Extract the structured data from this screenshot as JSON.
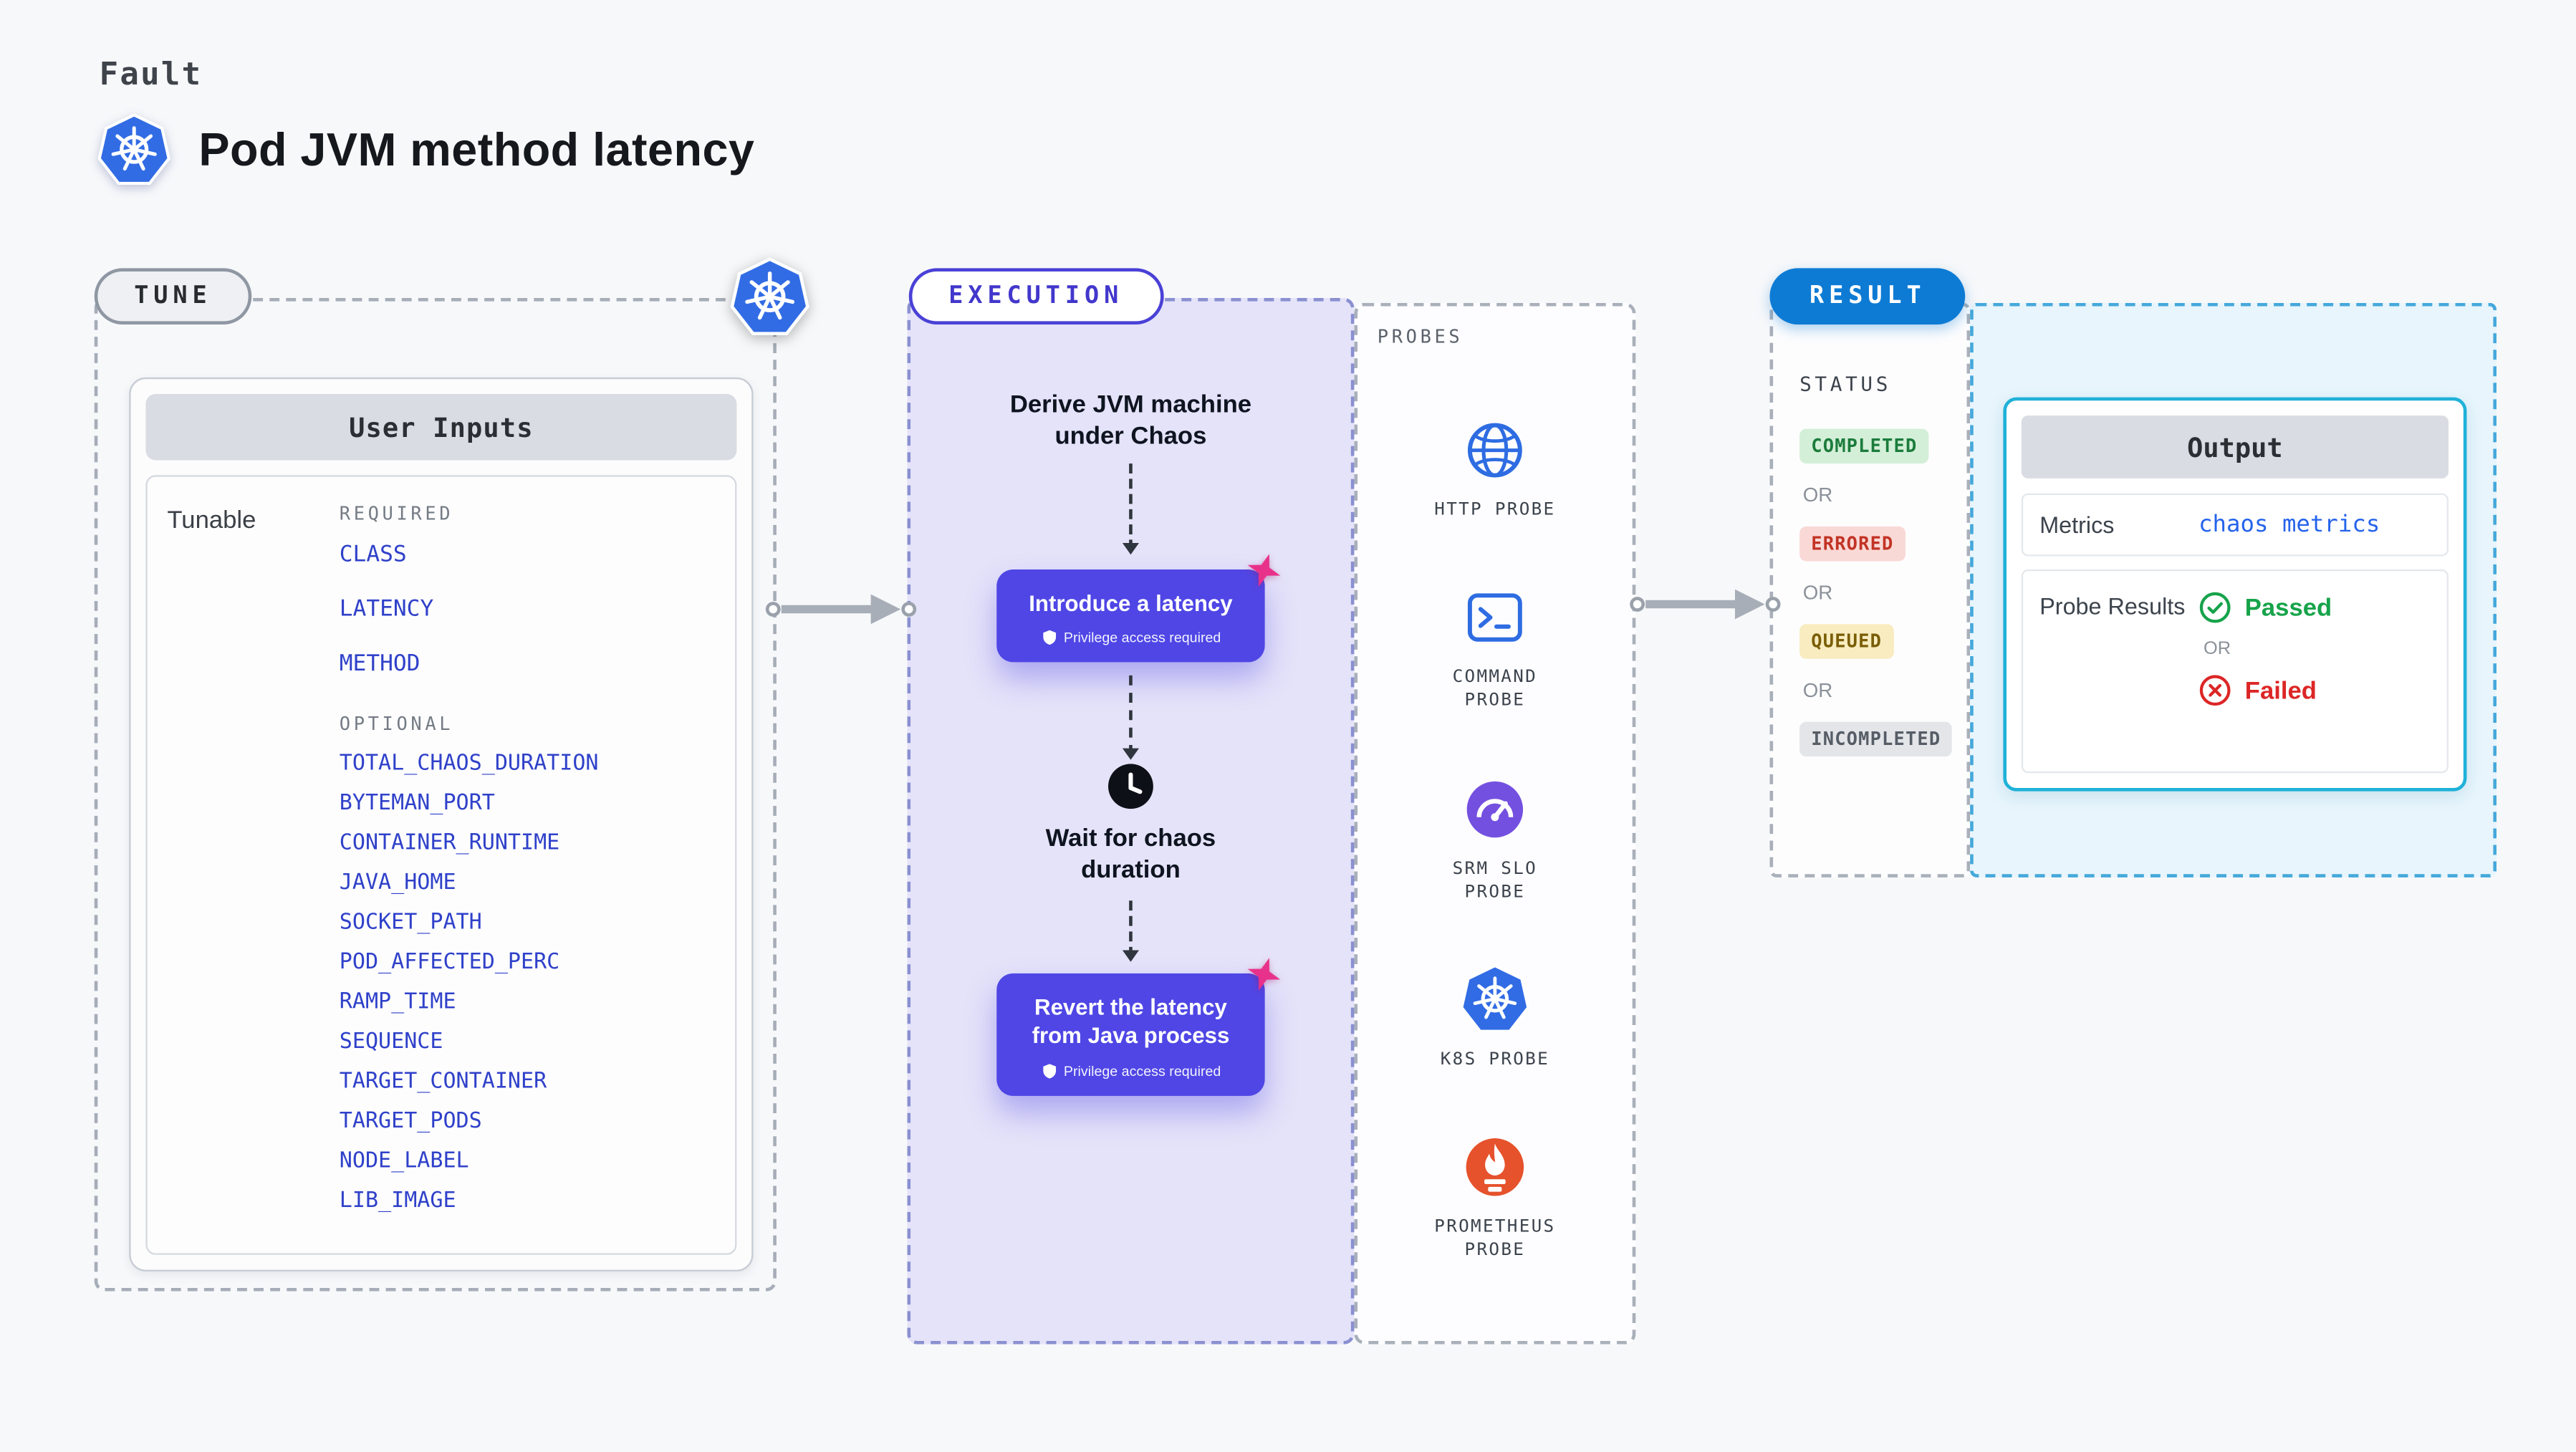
{
  "header": {
    "eyebrow": "Fault",
    "title": "Pod JVM method latency"
  },
  "tune": {
    "pill": "TUNE",
    "card_title": "User Inputs",
    "row_label": "Tunable",
    "required_label": "REQUIRED",
    "required": [
      "CLASS",
      "LATENCY",
      "METHOD"
    ],
    "optional_label": "OPTIONAL",
    "optional": [
      "TOTAL_CHAOS_DURATION",
      "BYTEMAN_PORT",
      "CONTAINER_RUNTIME",
      "JAVA_HOME",
      "SOCKET_PATH",
      "POD_AFFECTED_PERC",
      "RAMP_TIME",
      "SEQUENCE",
      "TARGET_CONTAINER",
      "TARGET_PODS",
      "NODE_LABEL",
      "LIB_IMAGE"
    ]
  },
  "execution": {
    "pill": "EXECUTION",
    "derive": "Derive JVM machine under Chaos",
    "introduce": "Introduce a latency",
    "privilege": "Privilege access required",
    "wait": "Wait for chaos duration",
    "revert": "Revert the latency from Java process"
  },
  "probes": {
    "label": "PROBES",
    "items": [
      "HTTP PROBE",
      "COMMAND PROBE",
      "SRM SLO PROBE",
      "K8S PROBE",
      "PROMETHEUS PROBE"
    ]
  },
  "result": {
    "pill": "RESULT",
    "status_label": "STATUS",
    "or": "OR",
    "statuses": [
      "COMPLETED",
      "ERRORED",
      "QUEUED",
      "INCOMPLETED"
    ],
    "output": {
      "title": "Output",
      "metrics_label": "Metrics",
      "metrics_value": "chaos metrics",
      "probe_results_label": "Probe Results",
      "passed": "Passed",
      "or": "OR",
      "failed": "Failed"
    }
  },
  "icons": {
    "kubernetes": "k8s-helm-wheel",
    "chaos": "pink-four-point-star",
    "clock": "black-clock",
    "shield": "white-shield",
    "http_probe": "globe",
    "command_probe": "terminal-window",
    "srm_slo_probe": "purple-gauge",
    "k8s_probe": "k8s-helm-wheel",
    "prometheus_probe": "orange-flame",
    "passed": "check-circle",
    "failed": "x-circle"
  },
  "colors": {
    "background": "#f7f8fa",
    "kubernetes_blue": "#326ce5",
    "accent_indigo": "#4f46e5",
    "execution_panel_lavender": "#e5e3f9",
    "chaos_pink": "#e8318a",
    "result_blue": "#0d7bd4",
    "output_border_cyan": "#1fb1d8",
    "input_var_blue": "#2f41c9",
    "metrics_value_blue": "#2563eb",
    "completed_green": "#1c7c3c",
    "errored_red": "#c23325",
    "queued_amber": "#7a5d05",
    "incompleted_gray": "#565d66",
    "passed_green": "#16a34a",
    "failed_red": "#dc2626",
    "prometheus_orange": "#e6522c",
    "srm_purple": "#7450e0"
  }
}
